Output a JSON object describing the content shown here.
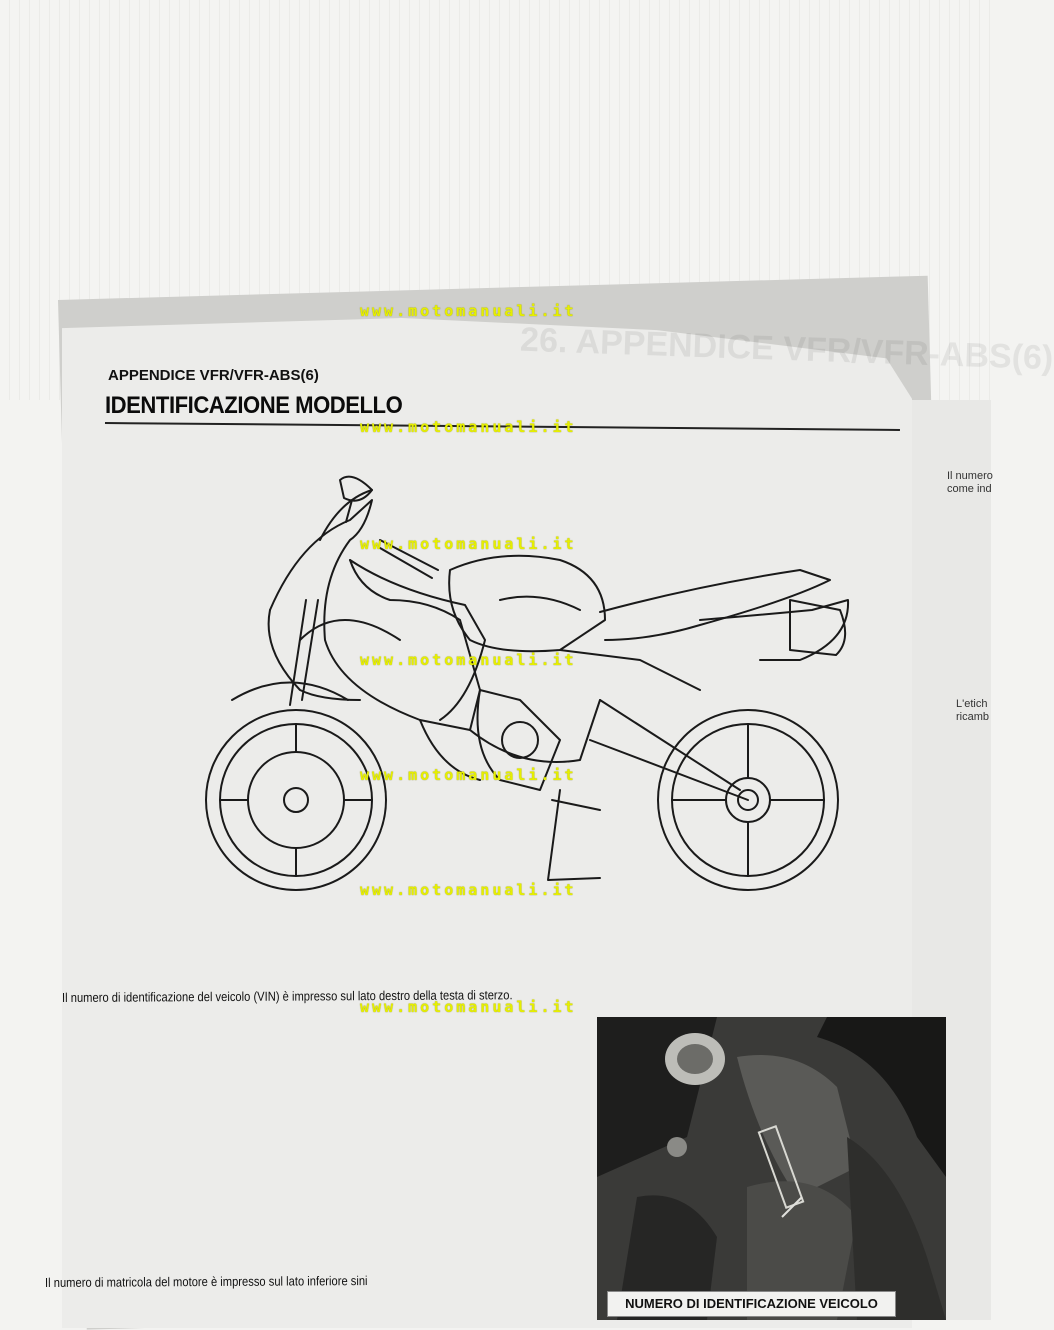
{
  "watermark": "www.motomanuali.it",
  "header": "APPENDICE VFR/VFR-ABS(6)",
  "title": "IDENTIFICAZIONE MODELLO",
  "background_section": "26. APPENDICE VFR/VFR-ABS(6)",
  "paragraphs": {
    "vin": "Il numero di identificazione del veicolo (VIN) è impresso sul lato destro della testa di sterzo.",
    "engine": "Il numero di matricola del motore è impresso sul lato inferiore sini"
  },
  "photo_label": "NUMERO DI IDENTIFICAZIONE VEICOLO",
  "right_page": {
    "line1": "Il numero",
    "line2": "come ind",
    "line3": "L'etich",
    "line4": "ricamb"
  },
  "colors": {
    "watermark": "#e6ef00",
    "paper": "#ececea",
    "ink": "#111111"
  }
}
